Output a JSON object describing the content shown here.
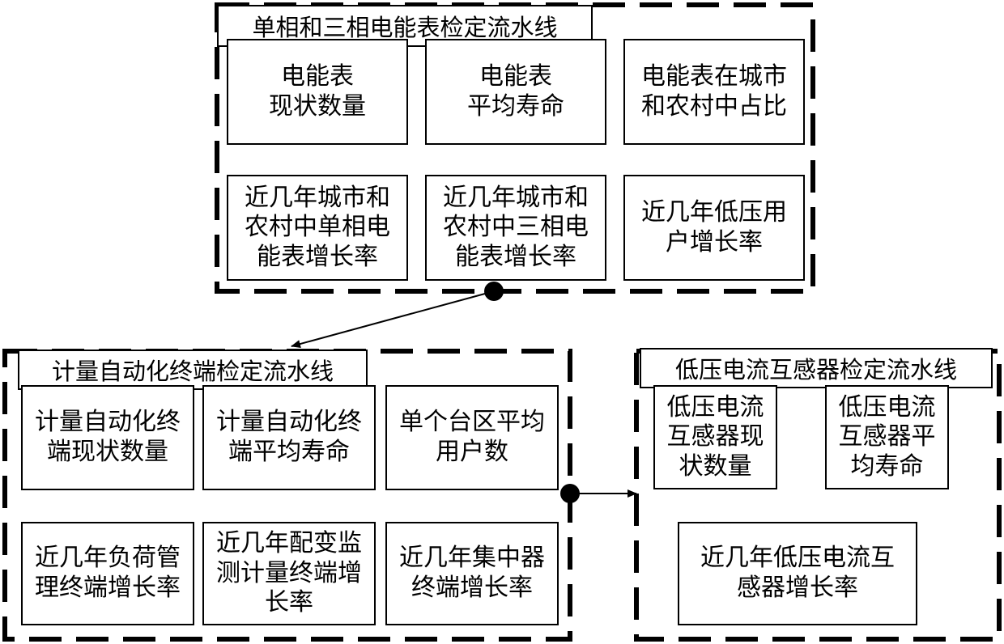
{
  "groups": {
    "meter": {
      "title": "单相和三相电能表检定流水线",
      "boxes": [
        "电能表\n现状数量",
        "电能表\n平均寿命",
        "电能表在城市\n和农村中占比",
        "近几年城市和\n农村中单相电\n能表增长率",
        "近几年城市和\n农村中三相电\n能表增长率",
        "近几年低压用\n户增长率"
      ]
    },
    "terminal": {
      "title": "计量自动化终端检定流水线",
      "boxes": [
        "计量自动化终\n端现状数量",
        "计量自动化终\n端平均寿命",
        "单个台区平均\n用户数",
        "近几年负荷管\n理终端增长率",
        "近几年配变监\n测计量终端增\n长率",
        "近几年集中器\n终端增长率"
      ]
    },
    "ct": {
      "title": "低压电流互感器检定流水线",
      "boxes": [
        "低压电流\n互感器现\n状数量",
        "低压电流\n互感器平\n均寿命",
        "近几年低压电流互\n感器增长率"
      ]
    }
  }
}
